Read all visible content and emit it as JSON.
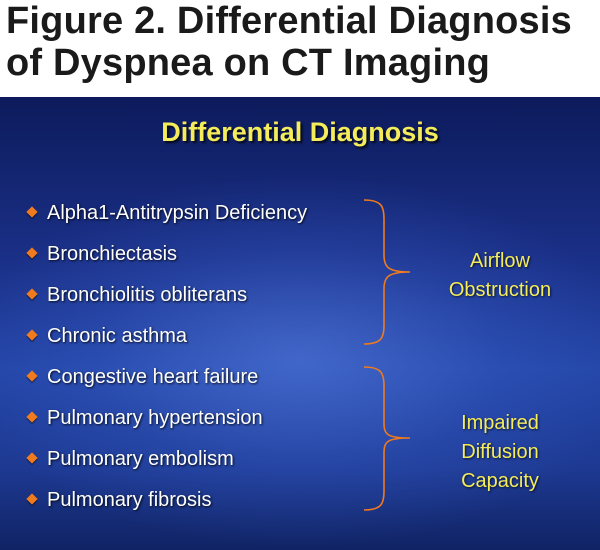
{
  "figure_title": {
    "line1": "Figure 2. Differential Diagnosis",
    "line2": "of Dyspnea on CT Imaging"
  },
  "slide": {
    "heading": "Differential Diagnosis",
    "items": [
      {
        "label": "Alpha1-Antitrypsin Deficiency"
      },
      {
        "label": "Bronchiectasis"
      },
      {
        "label": "Bronchiolitis obliterans"
      },
      {
        "label": "Chronic asthma"
      },
      {
        "label": "Congestive heart failure"
      },
      {
        "label": "Pulmonary hypertension"
      },
      {
        "label": "Pulmonary embolism"
      },
      {
        "label": "Pulmonary fibrosis"
      }
    ],
    "groups": [
      {
        "line1": "Airflow",
        "line2": "Obstruction",
        "line3": ""
      },
      {
        "line1": "Impaired",
        "line2": "Diffusion",
        "line3": "Capacity"
      }
    ]
  },
  "colors": {
    "heading_text": "#f4ec5a",
    "item_text": "#ffffff",
    "bullet": "#f07a1e",
    "bracket": "#f07a1e",
    "background_dark": "#0d1b5c",
    "background_light": "#2446a8"
  },
  "icons": {
    "bullet": "orange-diamond-icon",
    "bracket": "right-curly-brace-icon"
  }
}
